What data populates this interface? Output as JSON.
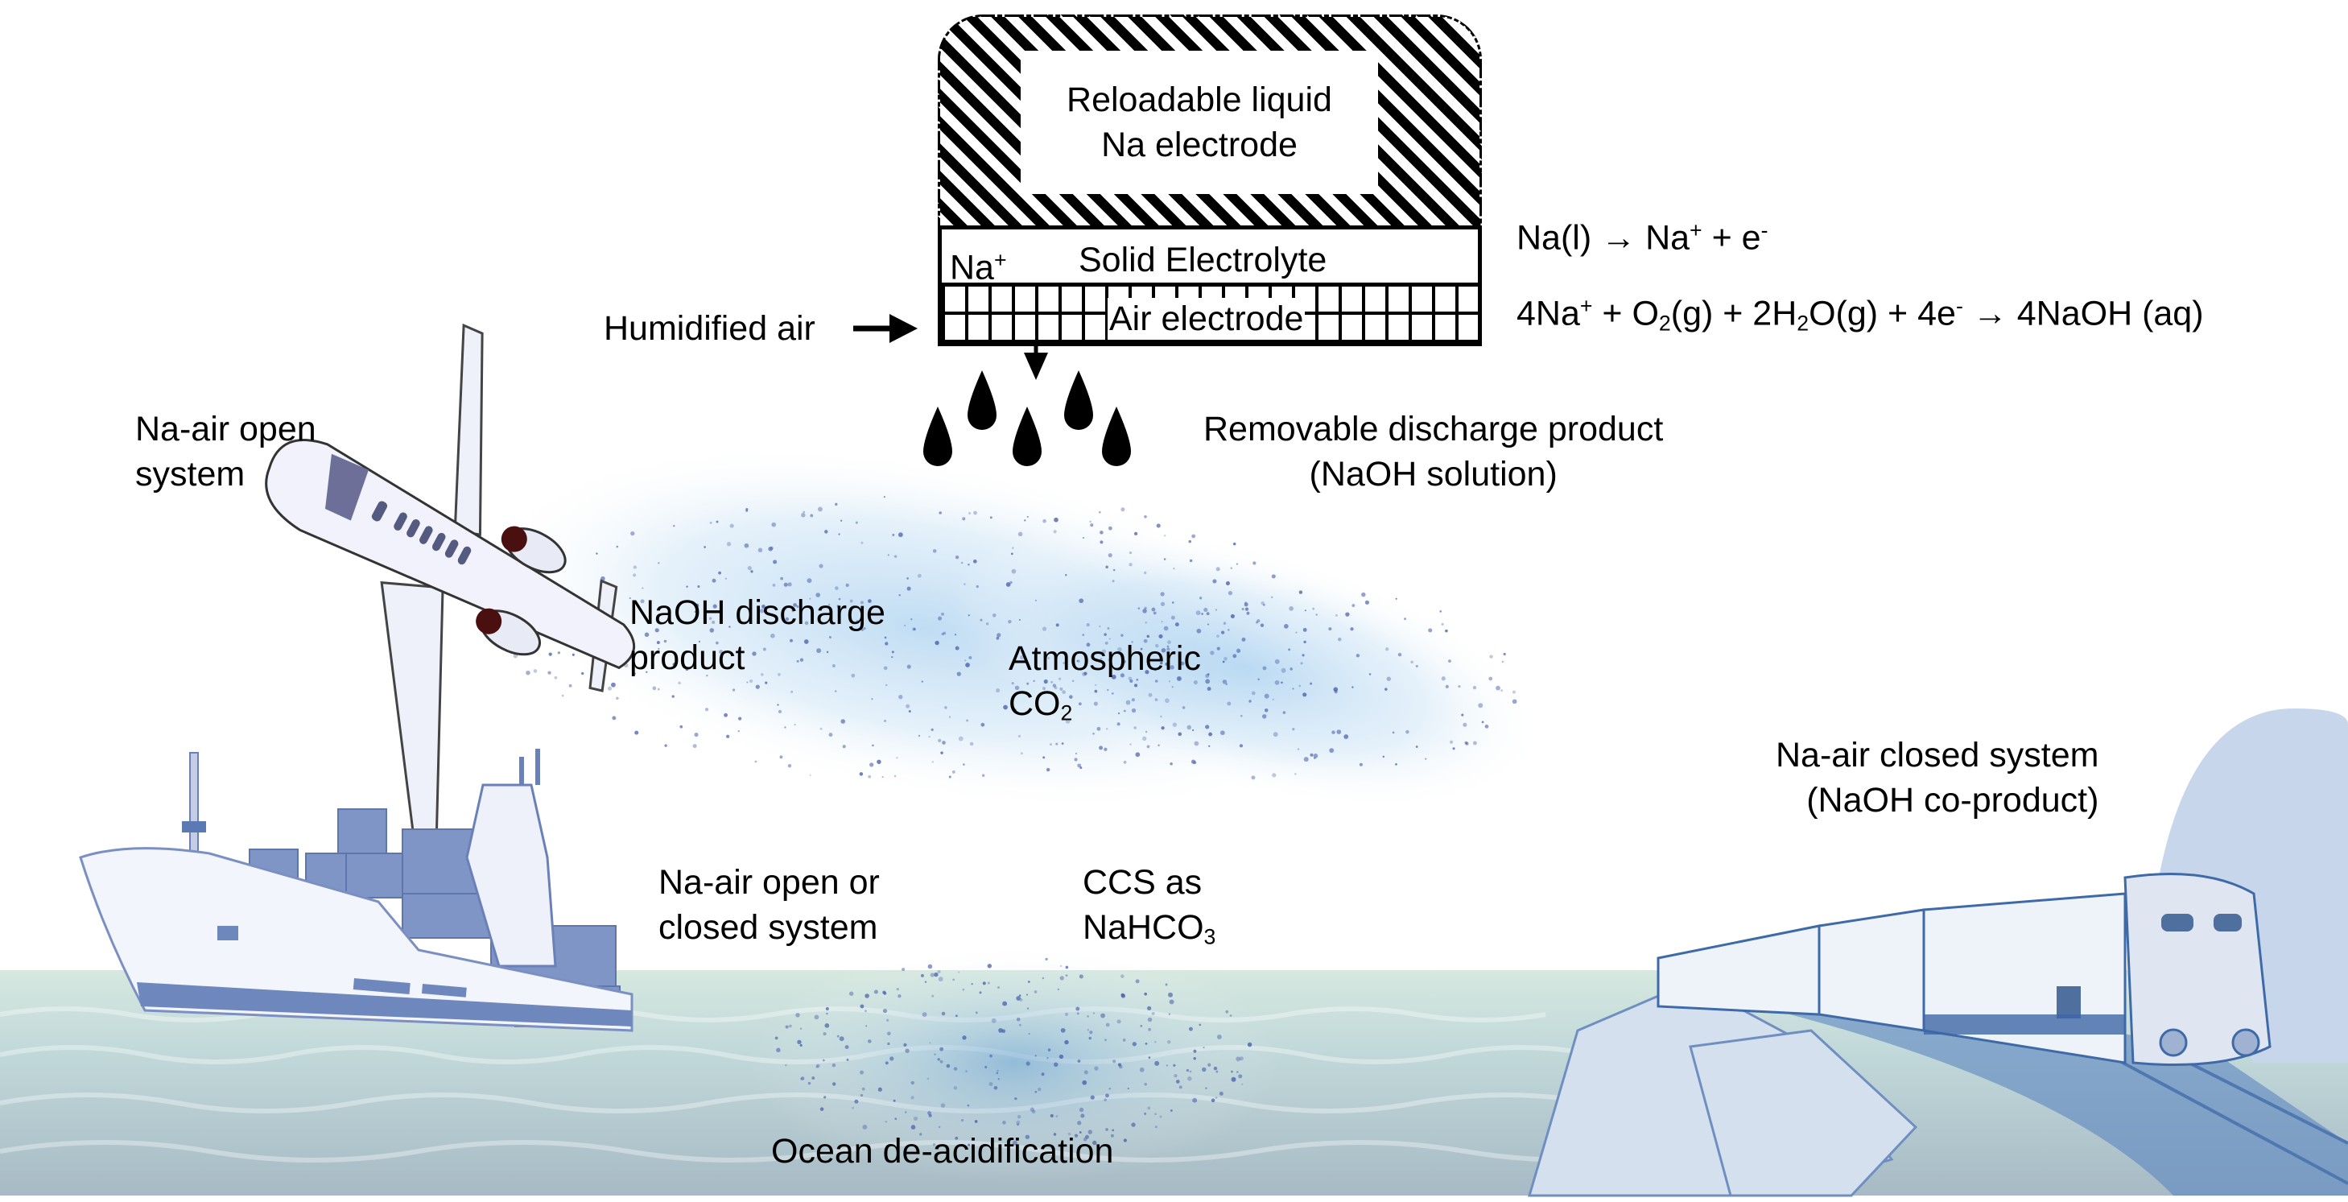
{
  "figure": {
    "cell": {
      "anode_label_line1": "Reloadable liquid",
      "anode_label_line2": "Na electrode",
      "ion_label": "Na",
      "ion_charge": "+",
      "electrolyte_label": "Solid Electrolyte",
      "cathode_label": "Air electrode"
    },
    "inputs": {
      "air_label": "Humidified air"
    },
    "reactions": {
      "anode": {
        "left": "Na(l)",
        "arrow": "→",
        "product": "Na",
        "product_charge": "+",
        "plus": "+ e",
        "electron_charge": "-"
      },
      "cathode": {
        "part1": "4Na",
        "part1_charge": "+",
        "part2": " + O",
        "o2_sub": "2",
        "part3": "(g) + 2H",
        "h2o_sub": "2",
        "part4": "O(g) + 4e",
        "e_charge": "-",
        "part5": " → 4NaOH (aq)"
      }
    },
    "discharge": {
      "line1": "Removable discharge product",
      "line2": "(NaOH solution)"
    },
    "labels": {
      "plane_line1": "Na-air open",
      "plane_line2": "system",
      "naoh_line1": "NaOH discharge",
      "naoh_line2": "product",
      "atm_line1": "Atmospheric",
      "atm_line2": "CO",
      "atm_sub": "2",
      "ship_line1": "Na-air open or",
      "ship_line2": "closed system",
      "ccs_line1": "CCS as",
      "ccs_line2": "NaHCO",
      "ccs_sub": "3",
      "train_line1": "Na-air closed system",
      "train_line2": "(NaOH co-product)",
      "ocean": "Ocean de-acidification"
    },
    "colors": {
      "cloud": "#7fb3e0",
      "particles": "#4a5fa8",
      "sea_top": "#cfe3dc",
      "sea_bottom": "#a9bcc6",
      "illustration_blue": "#5b7fb5"
    }
  }
}
